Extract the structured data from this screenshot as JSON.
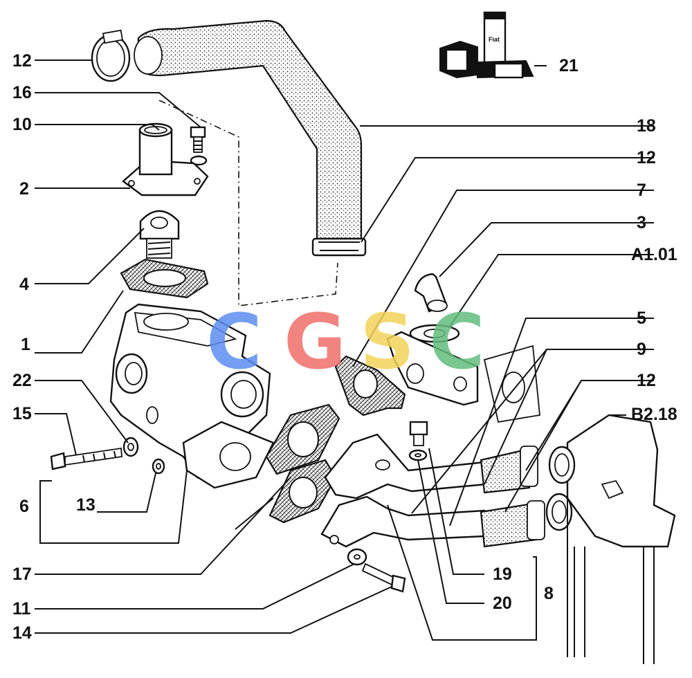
{
  "callouts": {
    "c12a": "12",
    "c16": "16",
    "c10": "10",
    "c2": "2",
    "c4": "4",
    "c1": "1",
    "c22": "22",
    "c15": "15",
    "c6": "6",
    "c13": "13",
    "c17": "17",
    "c11": "11",
    "c14": "14",
    "c21": "21",
    "c18": "18",
    "c12b": "12",
    "c7": "7",
    "c3": "3",
    "cA101": "A1.01",
    "c5": "5",
    "c9": "9",
    "c12c": "12",
    "cB218": "B2.18",
    "c19": "19",
    "c20": "20",
    "c8": "8"
  },
  "watermark": {
    "letters": [
      "C",
      "G",
      "S",
      "C"
    ],
    "colors": [
      "#5b8ef0",
      "#ef6f6a",
      "#f3d35a",
      "#62bd7e"
    ]
  },
  "kit_text": "Fiat"
}
